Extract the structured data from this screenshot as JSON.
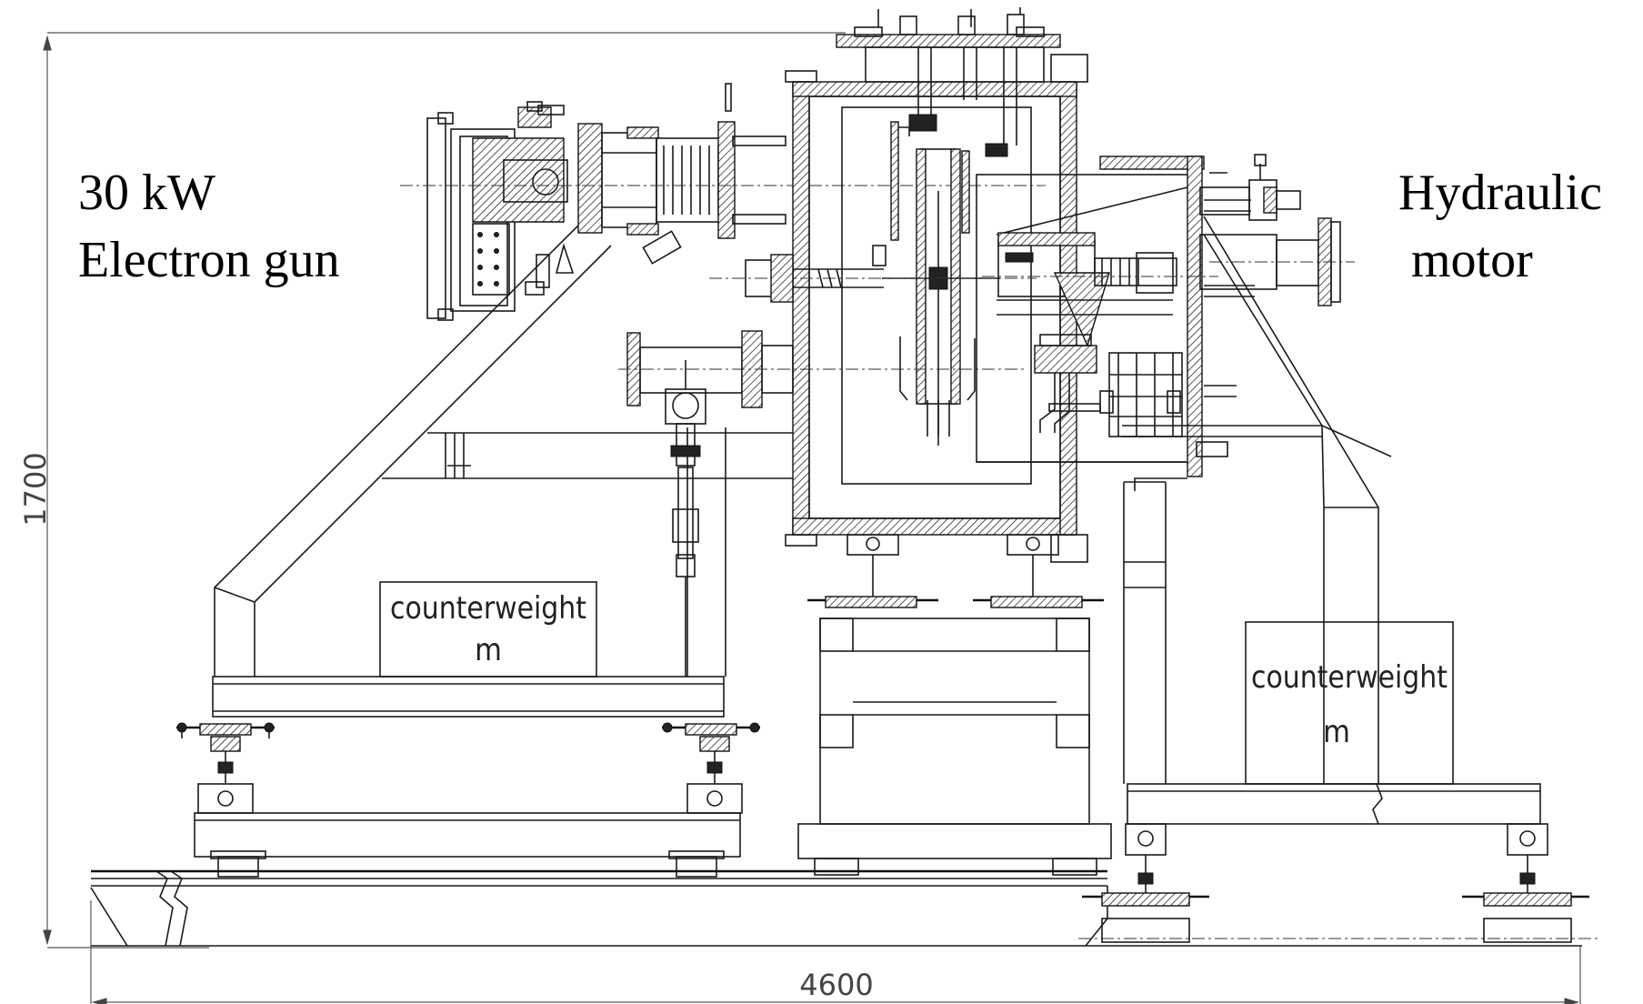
{
  "labels": {
    "electron_gun_line1": "30 kW",
    "electron_gun_line2": "Electron gun",
    "hydraulic_line1": "Hydraulic",
    "hydraulic_line2": "motor",
    "counterweight_left": "counterweight",
    "counterweight_left_mass": "m",
    "counterweight_right": "counterweight",
    "counterweight_right_mass": "m"
  },
  "dimensions": {
    "height": "1700",
    "width": "4600"
  },
  "colors": {
    "line": "#1a1a1a",
    "dimension": "#555555",
    "background": "#ffffff"
  }
}
